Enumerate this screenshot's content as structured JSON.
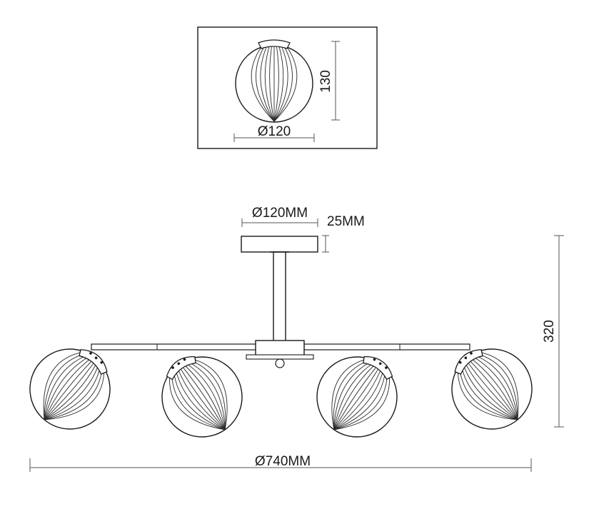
{
  "detail": {
    "diameter_label": "Ø120",
    "height_label": "130"
  },
  "fixture": {
    "canopy_diameter_label": "Ø120MM",
    "canopy_height_label": "25MM",
    "total_height_label": "320",
    "total_width_label": "Ø740MM",
    "shade_count": 4
  }
}
